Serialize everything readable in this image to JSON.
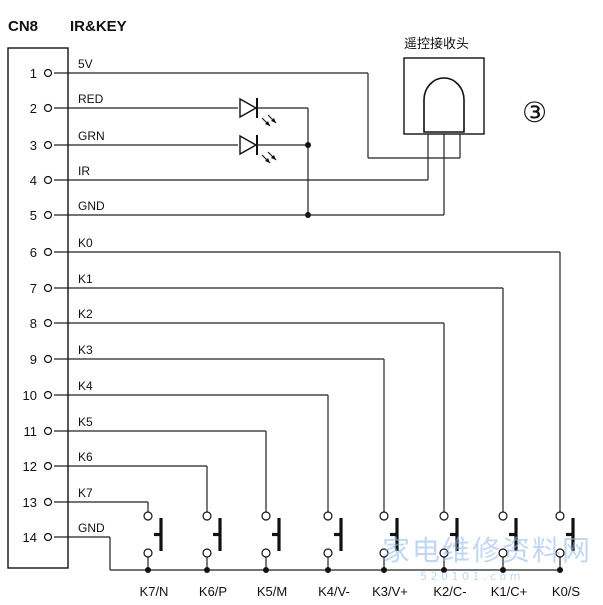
{
  "connector": {
    "name": "CN8",
    "title": "IR&KEY"
  },
  "receiver": {
    "label": "遥控接收头"
  },
  "circle_marker": "③",
  "pins": [
    {
      "num": "1",
      "signal": "5V"
    },
    {
      "num": "2",
      "signal": "RED"
    },
    {
      "num": "3",
      "signal": "GRN"
    },
    {
      "num": "4",
      "signal": "IR"
    },
    {
      "num": "5",
      "signal": "GND"
    },
    {
      "num": "6",
      "signal": "K0"
    },
    {
      "num": "7",
      "signal": "K1"
    },
    {
      "num": "8",
      "signal": "K2"
    },
    {
      "num": "9",
      "signal": "K3"
    },
    {
      "num": "10",
      "signal": "K4"
    },
    {
      "num": "11",
      "signal": "K5"
    },
    {
      "num": "12",
      "signal": "K6"
    },
    {
      "num": "13",
      "signal": "K7"
    },
    {
      "num": "14",
      "signal": "GND"
    }
  ],
  "keys": [
    "K7/N",
    "K6/P",
    "K5/M",
    "K4/V-",
    "K3/V+",
    "K2/C-",
    "K1/C+",
    "K0/S"
  ],
  "watermark": {
    "text": "家电维修资料网",
    "url": "5 2 0 1 0 1 . c o m"
  }
}
